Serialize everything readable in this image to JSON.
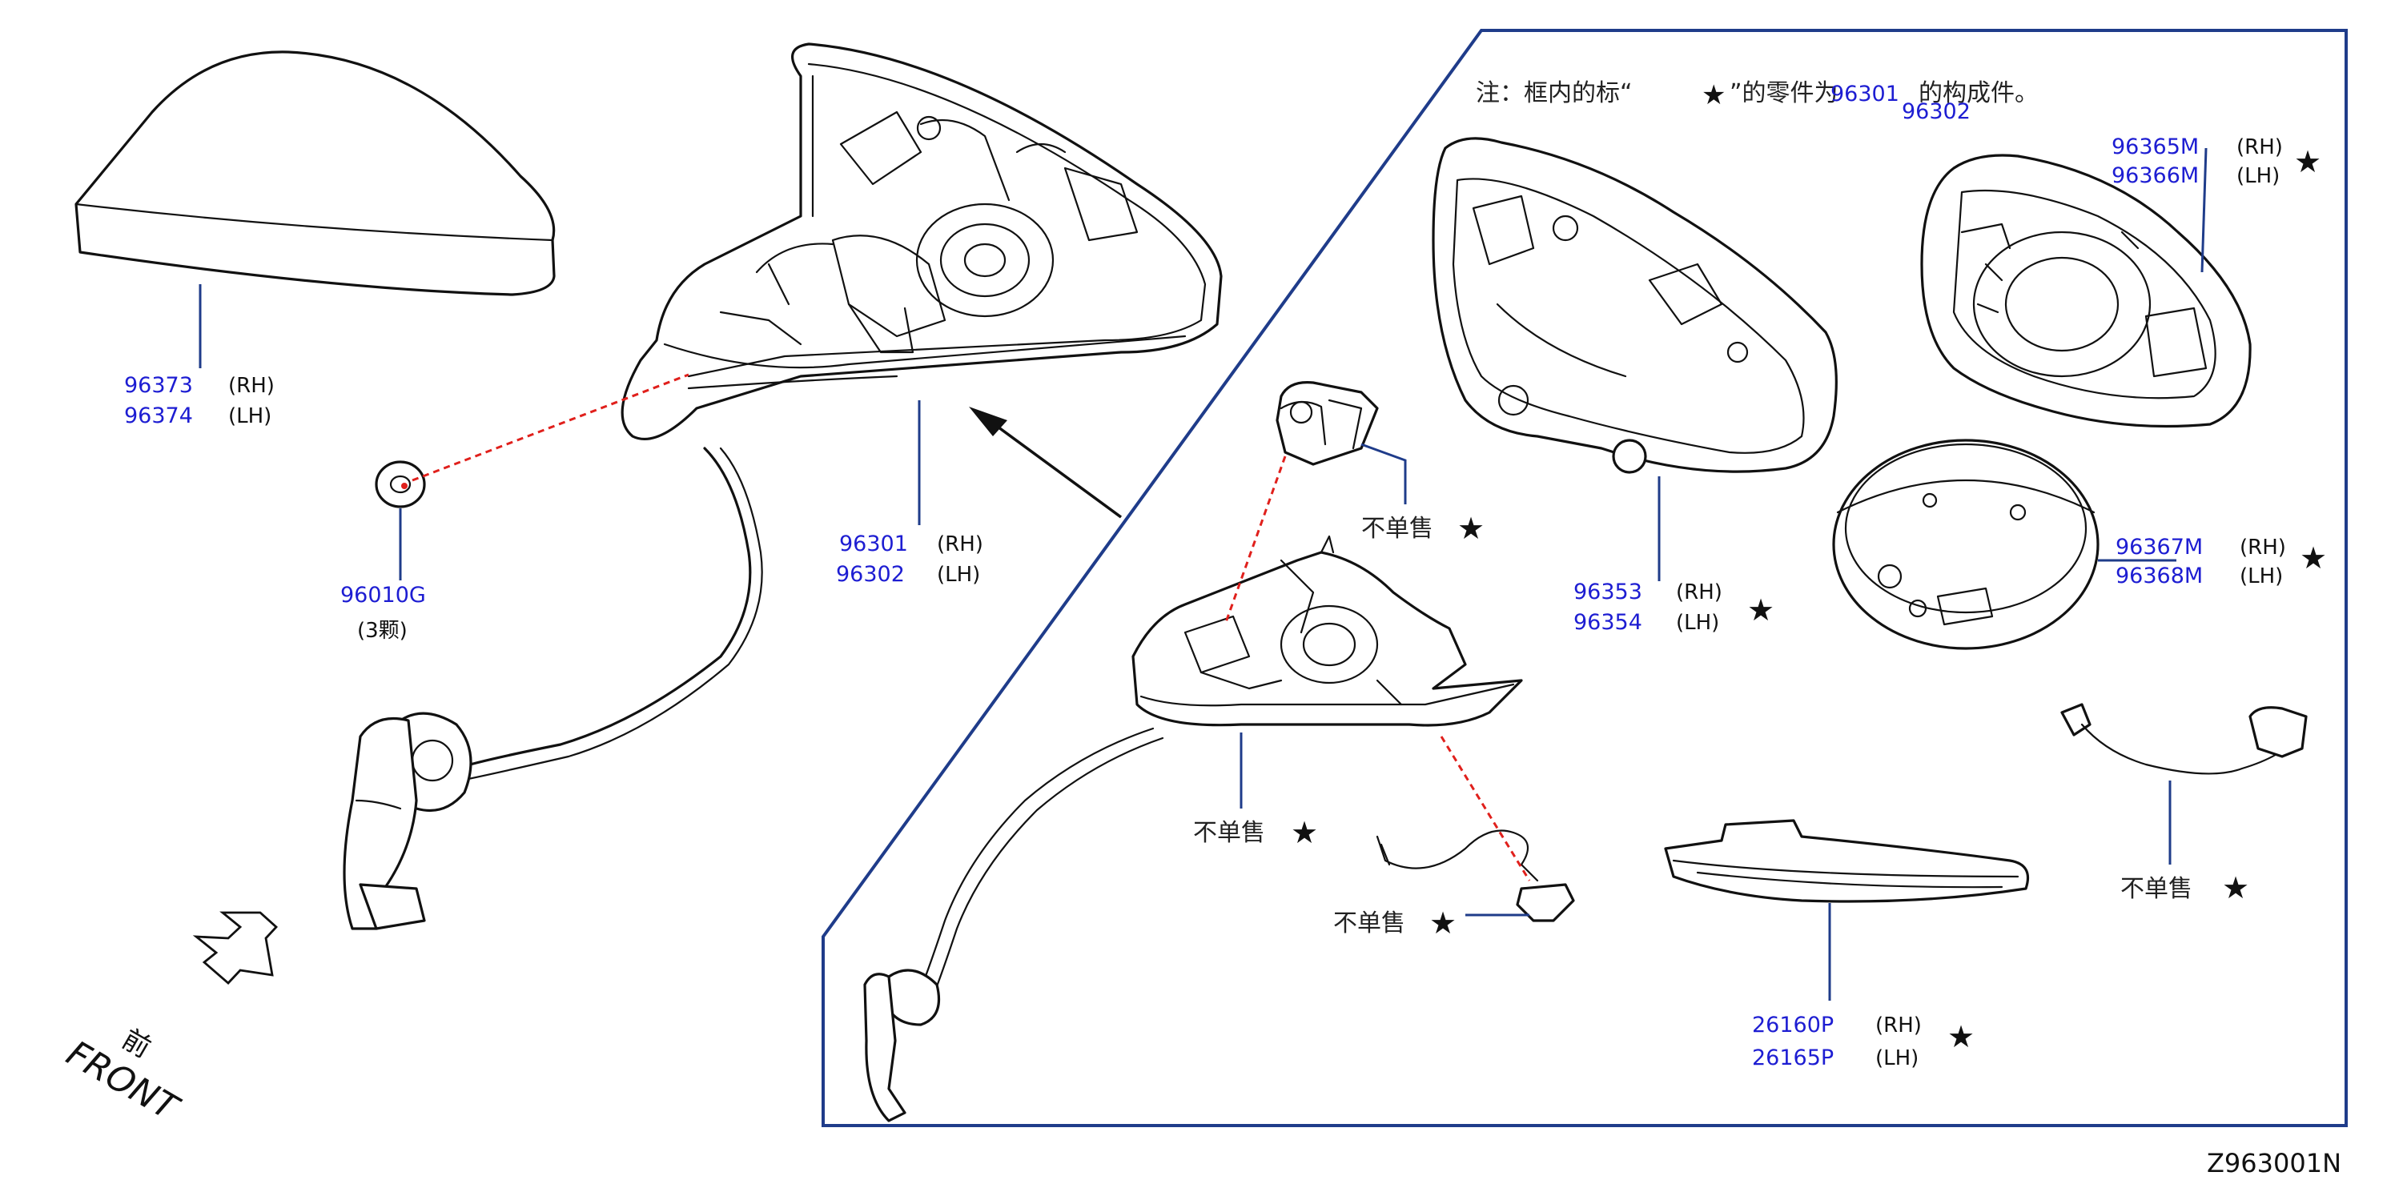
{
  "note": {
    "prefix": "注：框内的标“",
    "middle": "”的零件为",
    "part": "96301",
    "suffix": "的构成件。",
    "part_alt": "96302"
  },
  "star": "★",
  "rh": "(RH)",
  "lh": "(LH)",
  "not_sold": "不单售",
  "cover": {
    "rh": "96373",
    "lh": "96374"
  },
  "grommet": {
    "part": "96010G",
    "qty": "(3颗)"
  },
  "mirror_assy": {
    "rh": "96301",
    "lh": "96302"
  },
  "housing": {
    "rh": "96353",
    "lh": "96354"
  },
  "glass": {
    "rh": "96365M",
    "lh": "96366M"
  },
  "actuator": {
    "rh": "96367M",
    "lh": "96368M"
  },
  "turn_lamp": {
    "rh": "26160P",
    "lh": "26165P"
  },
  "front_cn": "前",
  "front_en": "FRONT",
  "diagram_id": "Z963001N"
}
